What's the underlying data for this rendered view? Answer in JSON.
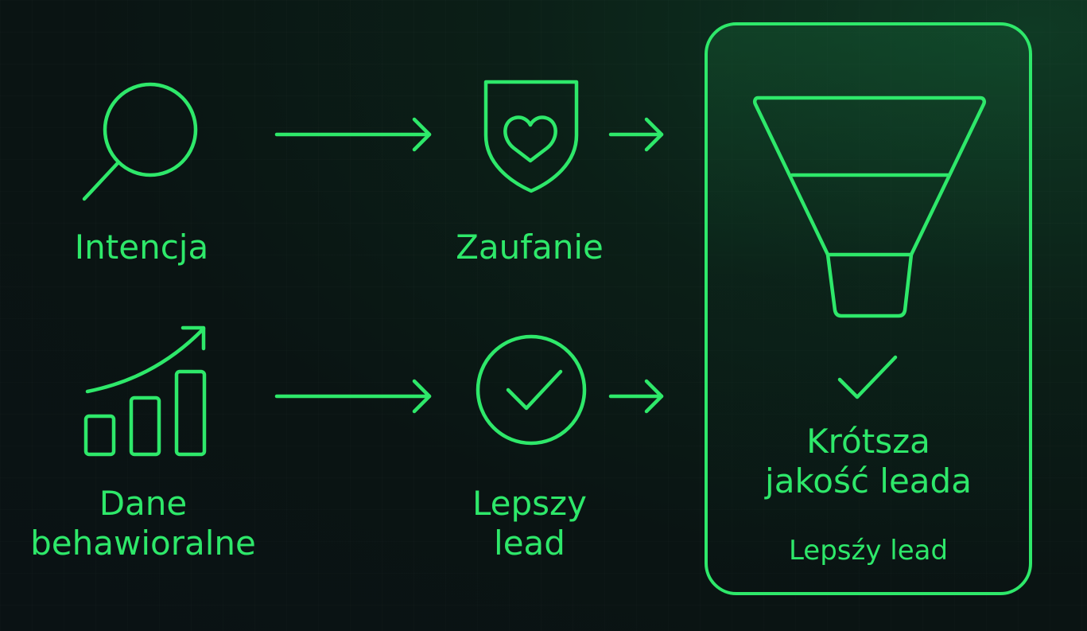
{
  "diagram": {
    "accent_color": "#2ee86a",
    "background_color": "#0a1214",
    "nodes": [
      {
        "id": "intencja",
        "label": "Intencja",
        "icon": "magnifier-icon"
      },
      {
        "id": "zaufanie",
        "label": "Zaufanie",
        "icon": "shield-heart-icon"
      },
      {
        "id": "dane",
        "label_line1": "Dane",
        "label_line2": "behawioralne",
        "icon": "bar-chart-growth-icon"
      },
      {
        "id": "lepszy",
        "label_line1": "Lepszy",
        "label_line2": "lead",
        "icon": "check-circle-icon"
      }
    ],
    "result_card": {
      "icon": "funnel-icon",
      "check_icon": "checkmark-icon",
      "title_line1": "Krótsza",
      "title_line2": "jakość leada",
      "subtitle": "Lepsźy lead"
    },
    "edges": [
      {
        "from": "intencja",
        "to": "zaufanie"
      },
      {
        "from": "zaufanie",
        "to": "result_card"
      },
      {
        "from": "dane",
        "to": "lepszy"
      },
      {
        "from": "lepszy",
        "to": "result_card"
      }
    ]
  }
}
